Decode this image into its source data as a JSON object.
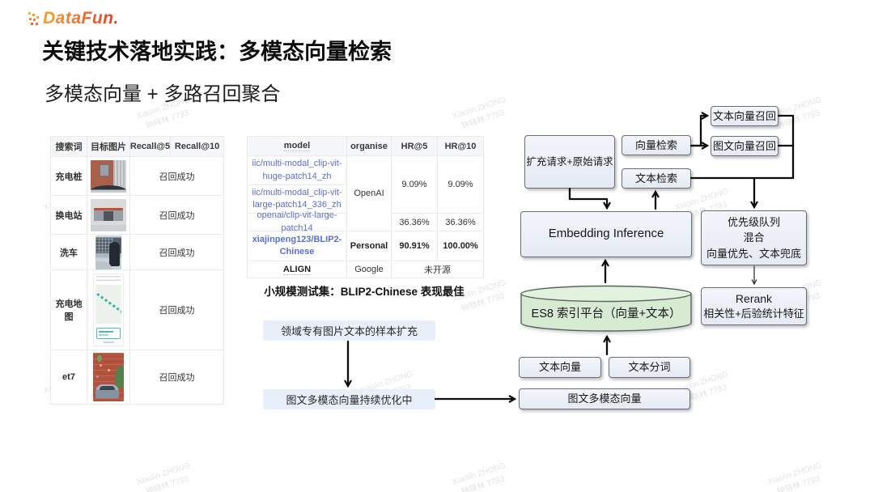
{
  "slide": {
    "logo_text": "DataFun.",
    "title": "关键技术落地实践：多模态向量检索",
    "subtitle": "多模态向量 + 多路召回聚合"
  },
  "watermark": {
    "line1": "Xiaolin ZHONG",
    "line2": "钟晓林 7793"
  },
  "recall_table": {
    "headers": [
      "搜索词",
      "目标图片",
      "Recall@5",
      "Recall@10"
    ],
    "rows": [
      {
        "term": "充电桩",
        "image": "wall-charger-on-brick-wall-photo",
        "result": "召回成功"
      },
      {
        "term": "换电站",
        "image": "battery-swap-station-photo",
        "result": "召回成功"
      },
      {
        "term": "洗车",
        "image": "man-washing-car-photo",
        "result": "召回成功"
      },
      {
        "term": "充电地图",
        "image": "charging-map-app-screenshot",
        "result": "召回成功"
      },
      {
        "term": "et7",
        "image": "et7-car-red-brick-wall-photo",
        "result": "召回成功"
      }
    ]
  },
  "model_table": {
    "headers": [
      "model",
      "organise",
      "HR@5",
      "HR@10"
    ],
    "models": [
      "iic/multi-modal_clip-vit-huge-patch14_zh",
      "iic/multi-modal_clip-vit-large-patch14_336_zh",
      "openai/clip-vit-large-patch14",
      "xiajinpeng123/BLIP2-Chinese",
      "ALIGN"
    ],
    "organisations": {
      "openai": "OpenAI",
      "personal": "Personal",
      "google": "Google"
    },
    "metrics": {
      "clip_zh_hr5": "9.09%",
      "clip_zh_hr10": "9.09%",
      "clip_openai_hr5": "36.36%",
      "clip_openai_hr10": "36.36%",
      "blip2_hr5": "90.91%",
      "blip2_hr10": "100.00%",
      "align_status": "未开源"
    },
    "caption": "小规模测试集：BLIP2-Chinese 表现最佳"
  },
  "pipeline": {
    "sample_expand": "领域专有图片文本的样本扩充",
    "optimizing": "图文多模态向量持续优化中"
  },
  "diagram": {
    "expand_request": "扩充请求+原始请求",
    "vector_search": "向量检索",
    "text_search": "文本检索",
    "text_vector_recall": "文本向量召回",
    "image_text_vector_recall": "图文向量召回",
    "embedding_inference": "Embedding Inference",
    "priority_queue": [
      "优先级队列",
      "混合",
      "向量优先、文本兜底"
    ],
    "es8_platform": "ES8 索引平台（向量+文本）",
    "rerank": [
      "Rerank",
      "相关性+后验统计特征"
    ],
    "text_vector": "文本向量",
    "text_tokenize": "文本分词",
    "multimodal_vector": "图文多模态向量"
  },
  "colors": {
    "accent_orange": "#ee6a2d",
    "link_blue": "#5b6ed1",
    "flow_box_fill": "#e9edf6",
    "cylinder_green": "#d7ebd3",
    "lavender_fill": "#e9eefb"
  }
}
